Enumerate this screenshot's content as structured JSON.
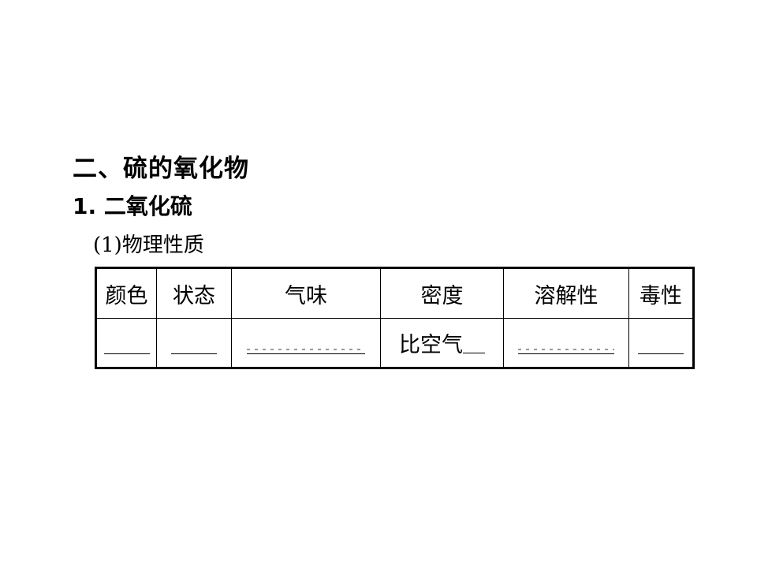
{
  "section": {
    "title": "二、硫的氧化物"
  },
  "subsection": {
    "title": "1. 二氧化硫"
  },
  "item": {
    "title": "(1)物理性质"
  },
  "table": {
    "headers": [
      "颜色",
      "状态",
      "气味",
      "密度",
      "溶解性",
      "毒性"
    ],
    "density_prefix": "比空气"
  }
}
